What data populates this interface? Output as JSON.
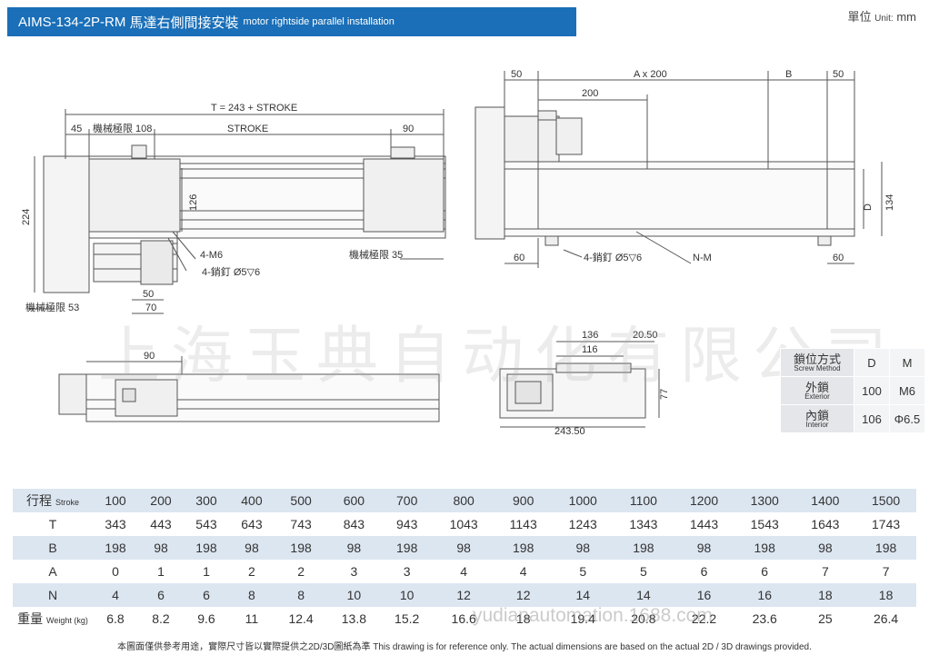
{
  "header": {
    "model": "AIMS-134-2P-RM",
    "title_cn": "馬達右側間接安裝",
    "title_en": "motor rightside parallel installation",
    "unit_cn": "單位",
    "unit_en": "Unit:",
    "unit_value": "mm"
  },
  "drawing": {
    "side": {
      "total_length": "T = 243 + STROKE",
      "stroke": "STROKE",
      "d45": "45",
      "mech_limit_108": "機械極限 108",
      "d90": "90",
      "d224": "224",
      "d126": "126",
      "m6": "4-M6",
      "pin": "4-銷釘 Ø5▽6",
      "mech_limit_35": "機械極限 35",
      "d50": "50",
      "d70": "70",
      "mech_limit_53": "機械極限 53"
    },
    "top": {
      "d50_left": "50",
      "ax200": "A x 200",
      "b": "B",
      "d50_right": "50",
      "d200": "200",
      "d": "D",
      "d134": "134",
      "d60_left": "60",
      "pin": "4-銷釘 Ø5▽6",
      "nm": "N-M",
      "d60_right": "60"
    },
    "bottom": {
      "d90": "90"
    },
    "end": {
      "d136": "136",
      "d116": "116",
      "d20_50": "20.50",
      "d77": "77",
      "d243_50": "243.50"
    }
  },
  "watermark": {
    "cn": "上海玉典自动化有限公司",
    "en": "yudianautomation.1688.com"
  },
  "screw_table": {
    "head_cn": "鎖位方式",
    "head_en": "Screw Method",
    "col_d": "D",
    "col_m": "M",
    "rows": [
      {
        "cn": "外鎖",
        "en": "Exterior",
        "d": "100",
        "m": "M6"
      },
      {
        "cn": "內鎖",
        "en": "Interior",
        "d": "106",
        "m": "Φ6.5"
      }
    ]
  },
  "spec_table": {
    "rows": [
      {
        "label_cn": "行程",
        "label_en": "Stroke",
        "values": [
          "100",
          "200",
          "300",
          "400",
          "500",
          "600",
          "700",
          "800",
          "900",
          "1000",
          "1100",
          "1200",
          "1300",
          "1400",
          "1500"
        ]
      },
      {
        "label_cn": "T",
        "label_en": "",
        "values": [
          "343",
          "443",
          "543",
          "643",
          "743",
          "843",
          "943",
          "1043",
          "1143",
          "1243",
          "1343",
          "1443",
          "1543",
          "1643",
          "1743"
        ]
      },
      {
        "label_cn": "B",
        "label_en": "",
        "values": [
          "198",
          "98",
          "198",
          "98",
          "198",
          "98",
          "198",
          "98",
          "198",
          "98",
          "198",
          "98",
          "198",
          "98",
          "198"
        ]
      },
      {
        "label_cn": "A",
        "label_en": "",
        "values": [
          "0",
          "1",
          "1",
          "2",
          "2",
          "3",
          "3",
          "4",
          "4",
          "5",
          "5",
          "6",
          "6",
          "7",
          "7"
        ]
      },
      {
        "label_cn": "N",
        "label_en": "",
        "values": [
          "4",
          "6",
          "6",
          "8",
          "8",
          "10",
          "10",
          "12",
          "12",
          "14",
          "14",
          "16",
          "16",
          "18",
          "18"
        ]
      },
      {
        "label_cn": "重量",
        "label_en": "Weight (kg)",
        "values": [
          "6.8",
          "8.2",
          "9.6",
          "11",
          "12.4",
          "13.8",
          "15.2",
          "16.6",
          "18",
          "19.4",
          "20.8",
          "22.2",
          "23.6",
          "25",
          "26.4"
        ]
      }
    ]
  },
  "footer": {
    "text": "本圖面僅供參考用途，實際尺寸皆以實際提供之2D/3D圖紙為準 This drawing is for reference only. The actual dimensions are based on the actual 2D / 3D drawings provided."
  }
}
